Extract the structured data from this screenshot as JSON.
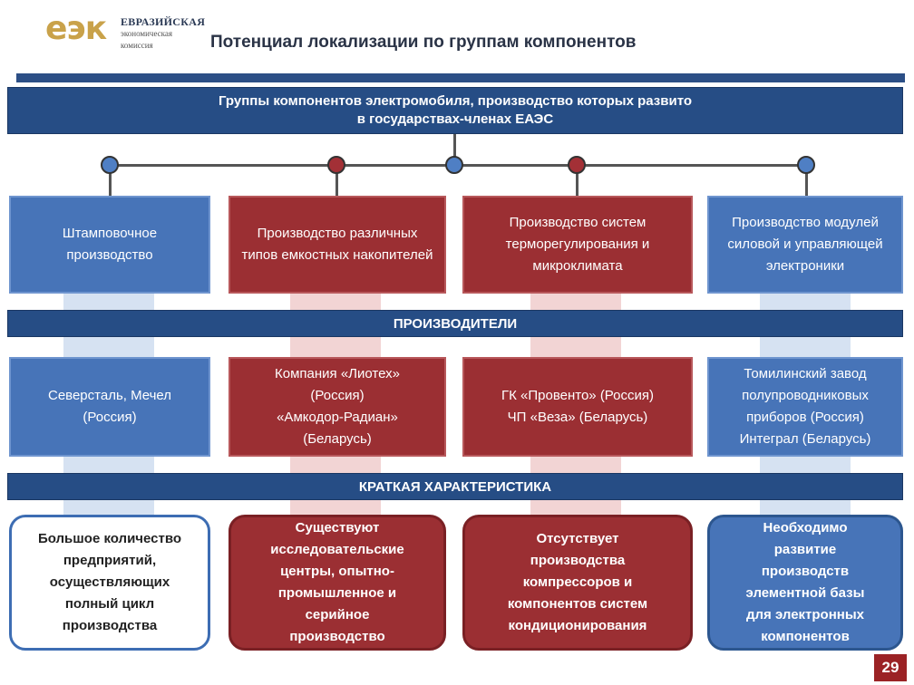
{
  "header": {
    "logo_mark": "еэк",
    "logo_line1": "ЕВРАЗИЙСКАЯ",
    "logo_line2": "экономическая",
    "logo_line3": "комиссия",
    "title": "Потенциал локализации по группам компонентов"
  },
  "banner": {
    "line1": "Группы компонентов электромобиля, производство которых развито",
    "line2": "в государствах-членах ЕАЭС"
  },
  "groups": [
    "Штамповочное производство",
    "Производство различных типов емкостных накопителей",
    "Производство систем терморегулирования и микроклимата",
    "Производство модулей силовой и управляющей электроники"
  ],
  "producers_title": "ПРОИЗВОДИТЕЛИ",
  "producers": [
    [
      "Северсталь, Мечел",
      "(Россия)"
    ],
    [
      "Компания «Лиотех»",
      "(Россия)",
      "«Амкодор-Радиан»",
      "(Беларусь)"
    ],
    [
      "ГК «Провенто» (Россия)",
      "ЧП «Веза» (Беларусь)"
    ],
    [
      "Томилинский завод",
      "полупроводниковых",
      "приборов (Россия)",
      "Интеграл (Беларусь)"
    ]
  ],
  "summary_title": "КРАТКАЯ ХАРАКТЕРИСТИКА",
  "summaries": [
    [
      "Большое количество",
      "предприятий,",
      "осуществляющих",
      "полный цикл",
      "производства"
    ],
    [
      "Существуют",
      "исследовательские",
      "центры, опытно-",
      "промышленное и",
      "серийное",
      "производство"
    ],
    [
      "Отсутствует",
      "производства",
      "компрессоров и",
      "компонентов систем",
      "кондиционирования"
    ],
    [
      "Необходимо",
      "развитие",
      "производств",
      "элементной базы",
      "для электронных",
      "компонентов"
    ]
  ],
  "page_number": "29",
  "colors": {
    "navy": "#264d85",
    "blue": "#4774b8",
    "red": "#9b2f33"
  }
}
